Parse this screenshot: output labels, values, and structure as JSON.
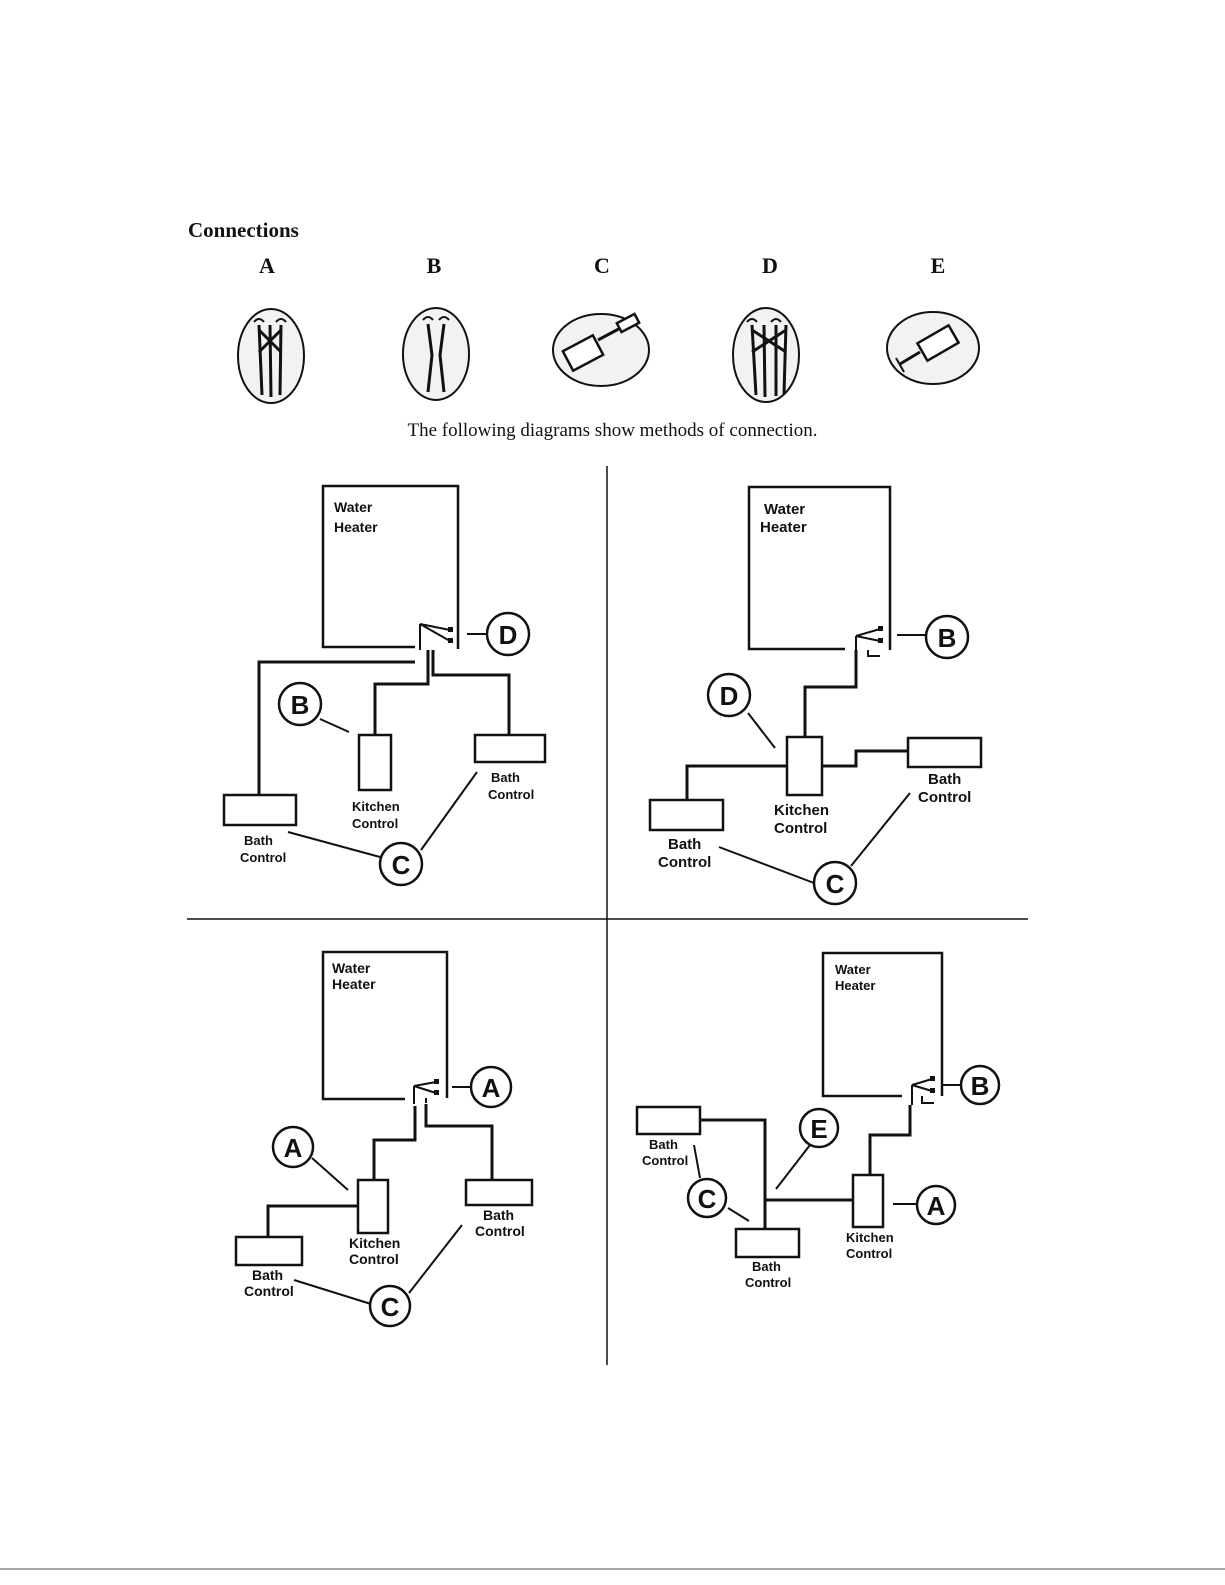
{
  "header": {
    "title": "Connections",
    "letters": [
      "A",
      "B",
      "C",
      "D",
      "E"
    ],
    "caption": "The following diagrams show methods of connection."
  },
  "labels": {
    "water": "Water",
    "heater": "Heater",
    "bath": "Bath",
    "kitchen": "Kitchen",
    "control": "Control"
  },
  "callouts": {
    "a": "A",
    "b": "B",
    "c": "C",
    "d": "D",
    "e": "E"
  },
  "colors": {
    "ink": "#111111",
    "bubble_fill": "#f2f2f2",
    "panel_bg": "#fafafa"
  }
}
